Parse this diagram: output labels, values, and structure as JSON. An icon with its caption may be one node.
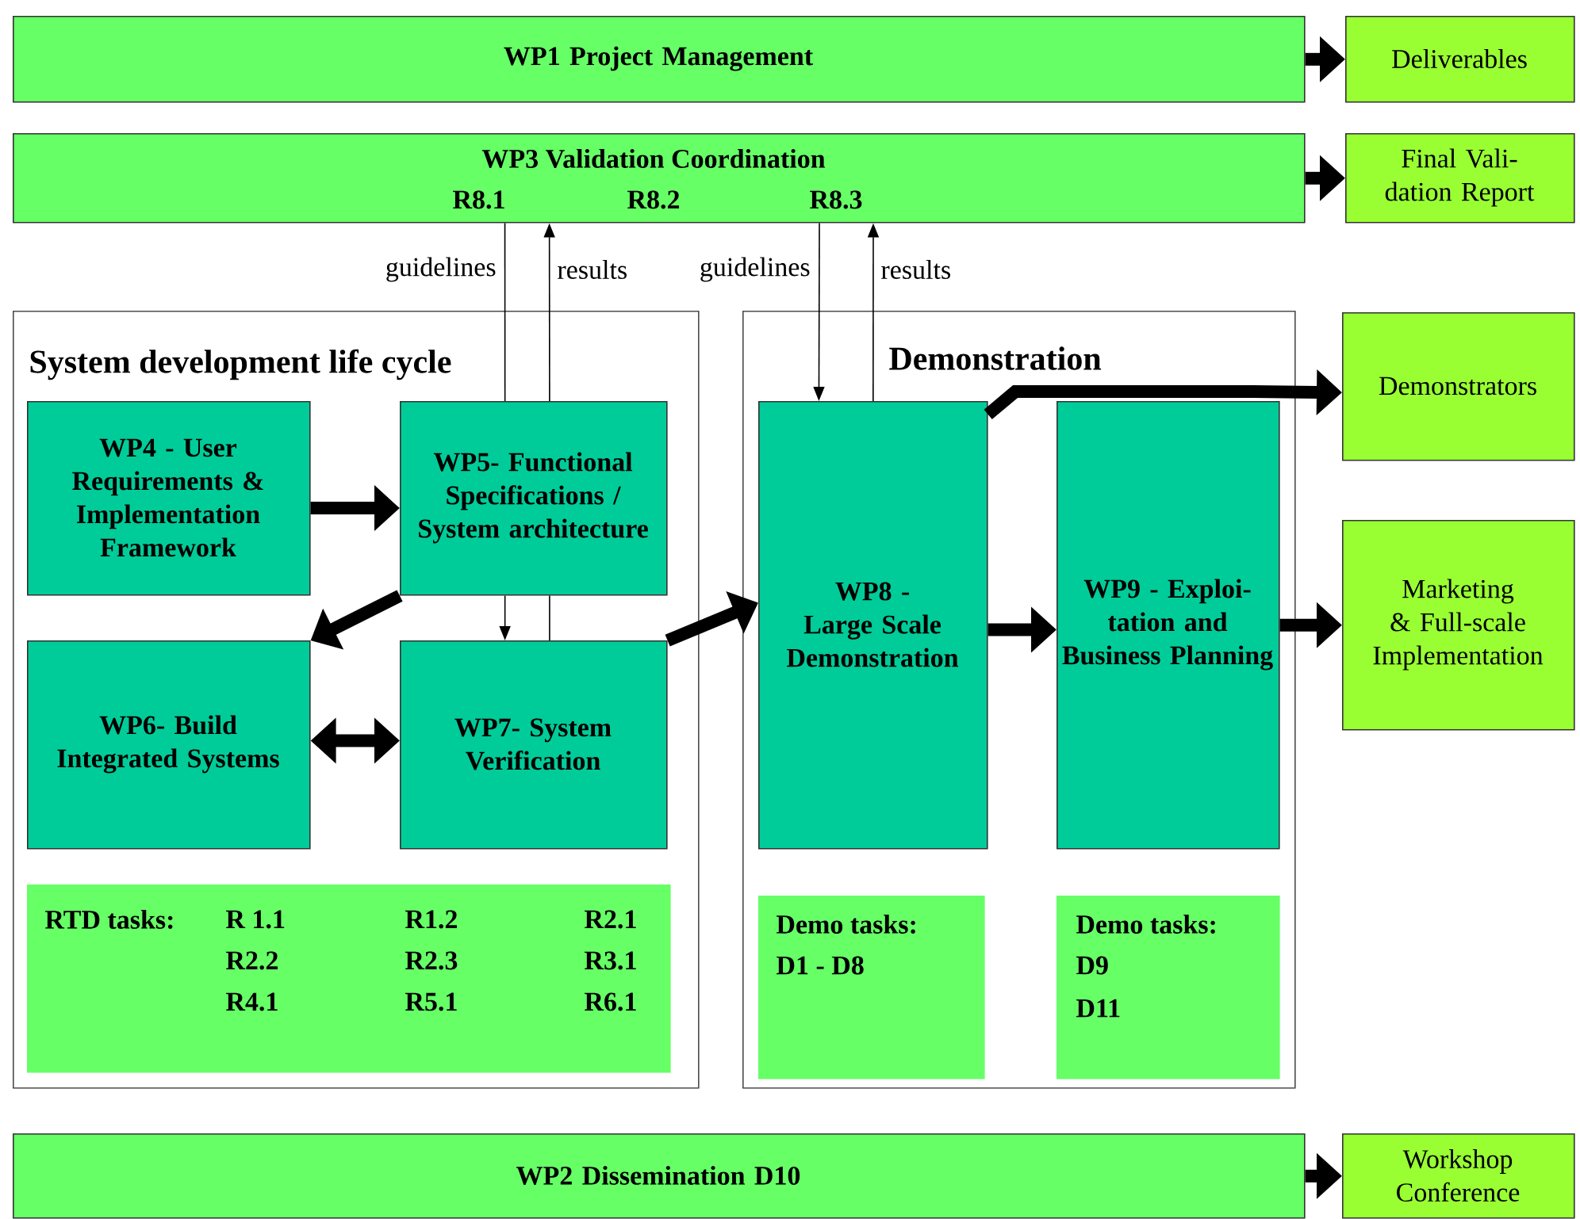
{
  "diagram": {
    "nodes": [
      {
        "text": [
          "WP1 Project Management"
        ]
      },
      {
        "text": [
          "Deliverables"
        ]
      },
      {
        "text": [
          "WP3 Validation Coordination",
          "R8.1",
          "R8.2",
          "R8.3"
        ]
      },
      {
        "text": [
          "Final Vali- dation Report"
        ]
      },
      {
        "text": [
          "System development life cycle"
        ]
      },
      {
        "text": [
          "WP4 - User Requirements & Implementation Framework"
        ],
        "in": 4
      },
      {
        "text": [
          "WP5- Functional Specifications / System architecture"
        ],
        "in": 4
      },
      {
        "text": [
          "WP6- Build Integrated Systems"
        ],
        "in": 4
      },
      {
        "text": [
          "WP7- System Verification"
        ],
        "in": 4
      },
      {
        "text": [
          "RTD tasks:",
          "R 1.1",
          "R1.2",
          "R2.1",
          "R2.2",
          "R2.3",
          "R3.1",
          "R4.1",
          "R5.1",
          "R6.1"
        ],
        "in": 4
      },
      {
        "text": [
          "Demonstration"
        ]
      },
      {
        "text": [
          "WP8 - Large Scale Demonstration"
        ],
        "in": 10
      },
      {
        "text": [
          "WP9 - Exploi- tation and Business Planning"
        ],
        "in": 10
      },
      {
        "text": [
          "Demo tasks:",
          "D1 - D8"
        ],
        "in": 10
      },
      {
        "text": [
          "Demo tasks:",
          "D9",
          "D11"
        ],
        "in": 10
      },
      {
        "text": [
          "Demonstrators"
        ]
      },
      {
        "text": [
          "Marketing & Full-scale Implementation"
        ]
      },
      {
        "text": [
          "WP2 Dissemination D10"
        ]
      },
      {
        "text": [
          "Workshop Conference"
        ]
      }
    ],
    "edges": [
      {
        "from": 0,
        "to": 1,
        "arrow": "to"
      },
      {
        "from": 2,
        "to": 3,
        "arrow": "to"
      },
      {
        "from": 2,
        "to": 6,
        "arrow": "none",
        "label": "guidelines"
      },
      {
        "from": 6,
        "to": 2,
        "arrow": "to",
        "label": "results"
      },
      {
        "from": 6,
        "to": 8,
        "arrow": "to"
      },
      {
        "from": 8,
        "to": 6,
        "arrow": "none"
      },
      {
        "from": 2,
        "to": 11,
        "arrow": "to",
        "label": "guidelines"
      },
      {
        "from": 11,
        "to": 2,
        "arrow": "to",
        "label": "results"
      },
      {
        "from": 5,
        "to": 6,
        "arrow": "to"
      },
      {
        "from": 6,
        "to": 7,
        "arrow": "to"
      },
      {
        "from": 7,
        "to": 8,
        "arrow": "both"
      },
      {
        "from": 8,
        "to": 11,
        "arrow": "to"
      },
      {
        "from": 11,
        "to": 15,
        "arrow": "to"
      },
      {
        "from": 11,
        "to": 12,
        "arrow": "to"
      },
      {
        "from": 12,
        "to": 16,
        "arrow": "to"
      },
      {
        "from": 17,
        "to": 18,
        "arrow": "to"
      }
    ]
  }
}
